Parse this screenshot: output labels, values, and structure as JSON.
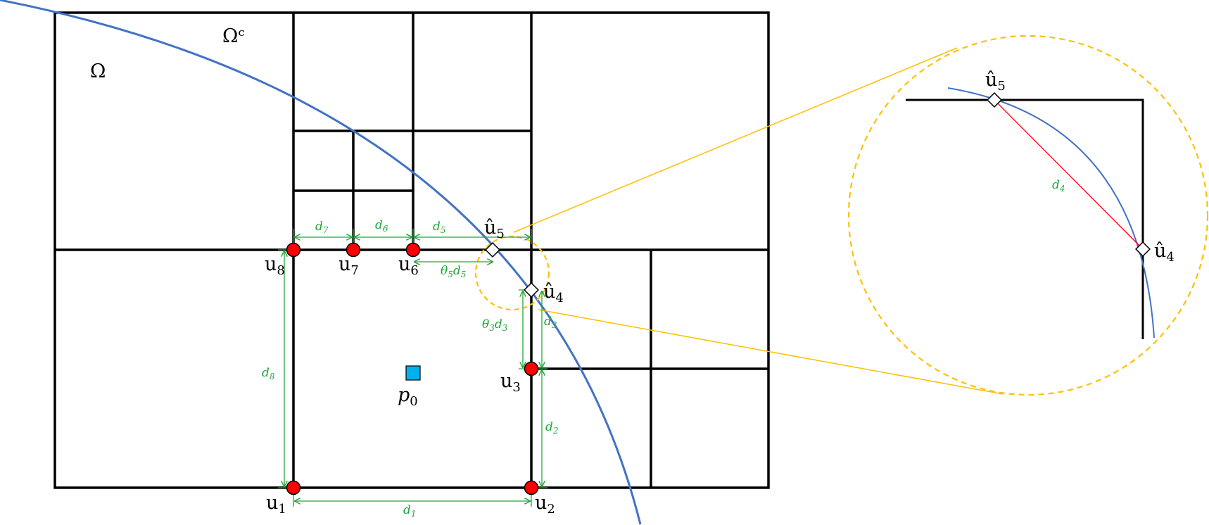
{
  "diagram": {
    "regions": {
      "omega": "Ω",
      "omega_complement": "Ωᶜ"
    },
    "point_label": {
      "base": "p",
      "sub": "0"
    },
    "nodes": [
      {
        "id": "u1",
        "base": "u",
        "sub": "1"
      },
      {
        "id": "u2",
        "base": "u",
        "sub": "2"
      },
      {
        "id": "u3",
        "base": "u",
        "sub": "3"
      },
      {
        "id": "u6",
        "base": "u",
        "sub": "6"
      },
      {
        "id": "u7",
        "base": "u",
        "sub": "7"
      },
      {
        "id": "u8",
        "base": "u",
        "sub": "8"
      }
    ],
    "intersections": [
      {
        "id": "uhat4",
        "base": "û",
        "sub": "4"
      },
      {
        "id": "uhat5",
        "base": "û",
        "sub": "5"
      }
    ],
    "distances": [
      {
        "id": "d1",
        "base": "d",
        "sub": "1"
      },
      {
        "id": "d2",
        "base": "d",
        "sub": "2"
      },
      {
        "id": "d3",
        "base": "d",
        "sub": "3"
      },
      {
        "id": "d5",
        "base": "d",
        "sub": "5"
      },
      {
        "id": "d6",
        "base": "d",
        "sub": "6"
      },
      {
        "id": "d7",
        "base": "d",
        "sub": "7"
      },
      {
        "id": "d8",
        "base": "d",
        "sub": "8"
      }
    ],
    "theta_labels": [
      {
        "id": "theta3d3",
        "theta": "θ",
        "theta_sub": "3",
        "d": "d",
        "d_sub": "3"
      },
      {
        "id": "theta5d5",
        "theta": "θ",
        "theta_sub": "5",
        "d": "d",
        "d_sub": "5"
      }
    ],
    "zoom": {
      "uhat4": {
        "base": "û",
        "sub": "4"
      },
      "uhat5": {
        "base": "û",
        "sub": "5"
      },
      "d4": {
        "base": "d",
        "sub": "4"
      }
    }
  },
  "colors": {
    "grid": "#000000",
    "boundary_curve": "#4472c4",
    "node_fill": "#ff0000",
    "point_fill": "#00b0f0",
    "dimension": "#1fa83a",
    "zoom_circle": "#ffc000",
    "zoom_lines": "#ffc000",
    "chord": "#ff0000"
  }
}
